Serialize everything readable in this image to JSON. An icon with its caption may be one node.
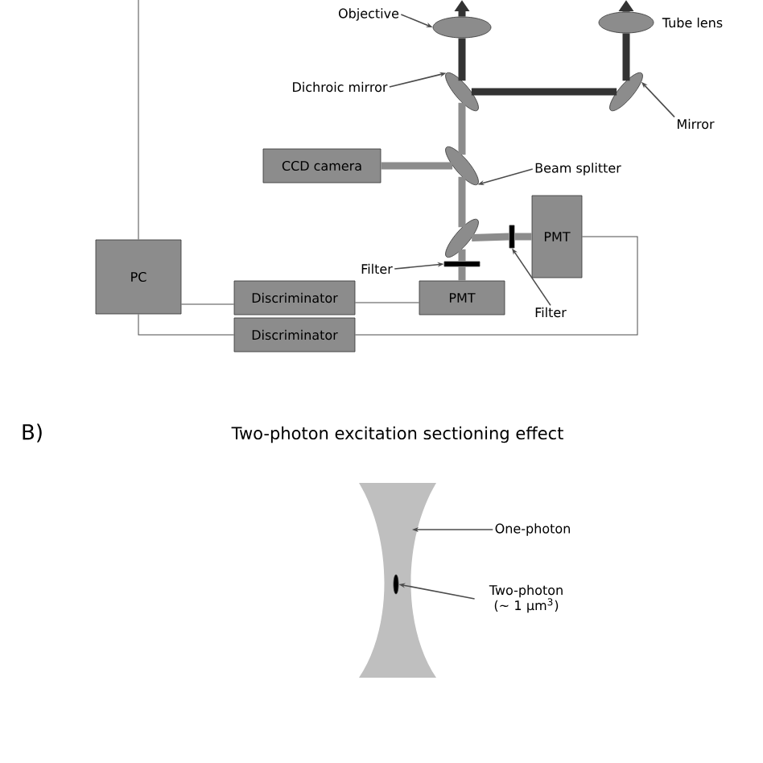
{
  "diagram": {
    "nodes": [
      {
        "text": [
          "Objective"
        ]
      },
      {
        "text": [],
        "shape": "ellipse"
      },
      {
        "text": [],
        "shape": "ellipse",
        "beside": [
          "Tube lens"
        ]
      },
      {
        "text": [
          "Dichroic mirror"
        ]
      },
      {
        "text": [],
        "shape": "ellipse"
      },
      {
        "text": [],
        "shape": "ellipse"
      },
      {
        "text": [
          "Mirror"
        ]
      },
      {
        "text": [
          "CCD camera"
        ]
      },
      {
        "text": [],
        "shape": "ellipse"
      },
      {
        "text": [
          "Beam splitter"
        ]
      },
      {
        "text": [
          "PMT"
        ]
      },
      {
        "text": [],
        "shape": "bar"
      },
      {
        "text": [
          "PC"
        ]
      },
      {
        "text": [
          "Filter"
        ]
      },
      {
        "text": [],
        "shape": "bar"
      },
      {
        "text": [
          "Discriminator"
        ]
      },
      {
        "text": [
          "PMT"
        ]
      },
      {
        "text": [
          "Filter"
        ]
      },
      {
        "text": [
          "Discriminator"
        ]
      },
      {
        "text": [],
        "shape": "hourglass"
      },
      {
        "text": [
          "One-photon"
        ]
      },
      {
        "text": [],
        "shape": "ellipse",
        "in": 19
      },
      {
        "text": [
          "Two-photon (~ 1 μm$^{3}$)"
        ]
      },
      {
        "text": [],
        "shape": "ellipse"
      }
    ],
    "edges": [
      {
        "from": 0,
        "to": 1,
        "arrow": "to"
      },
      {
        "from": 3,
        "to": 4,
        "arrow": "to"
      },
      {
        "from": 6,
        "to": 5,
        "arrow": "to"
      },
      {
        "from": 9,
        "to": 8,
        "arrow": "to"
      },
      {
        "from": 13,
        "to": 14,
        "arrow": "to"
      },
      {
        "from": 17,
        "to": 11,
        "arrow": "to"
      },
      {
        "from": 12,
        "to": null,
        "arrow": "none"
      },
      {
        "from": 12,
        "to": 15,
        "arrow": "none"
      },
      {
        "from": 15,
        "to": 16,
        "arrow": "none"
      },
      {
        "from": 12,
        "to": 18,
        "arrow": "none"
      },
      {
        "from": 18,
        "to": 10,
        "arrow": "none"
      },
      {
        "from": 20,
        "to": 19,
        "arrow": "to"
      },
      {
        "from": 22,
        "to": 21,
        "arrow": "to"
      },
      {
        "from": 1,
        "to": null,
        "arrow": "to",
        "style": "thick",
        "color": "#333333"
      },
      {
        "from": 2,
        "to": null,
        "arrow": "to",
        "style": "thick",
        "color": "#333333"
      },
      {
        "from": 2,
        "to": 5,
        "arrow": "none",
        "style": "thick",
        "color": "#333333"
      },
      {
        "from": 5,
        "to": 4,
        "arrow": "none",
        "style": "thick",
        "color": "#333333"
      },
      {
        "from": 4,
        "to": 1,
        "arrow": "none",
        "style": "thick",
        "color": "#333333"
      },
      {
        "from": 4,
        "to": 8,
        "arrow": "none",
        "style": "thick",
        "color": "#8c8c8c"
      },
      {
        "from": 8,
        "to": 7,
        "arrow": "none",
        "style": "thick",
        "color": "#8c8c8c"
      },
      {
        "from": 8,
        "to": 23,
        "arrow": "none",
        "style": "thick",
        "color": "#8c8c8c"
      },
      {
        "from": 23,
        "to": 11,
        "arrow": "none",
        "style": "thick",
        "color": "#8c8c8c"
      },
      {
        "from": 11,
        "to": 10,
        "arrow": "none",
        "style": "thick",
        "color": "#8c8c8c"
      },
      {
        "from": 23,
        "to": 14,
        "arrow": "none",
        "style": "thick",
        "color": "#8c8c8c"
      },
      {
        "from": 14,
        "to": 16,
        "arrow": "none",
        "style": "thick",
        "color": "#8c8c8c"
      }
    ],
    "labels": [
      "B)",
      "Two-photon excitation sectioning effect"
    ]
  }
}
